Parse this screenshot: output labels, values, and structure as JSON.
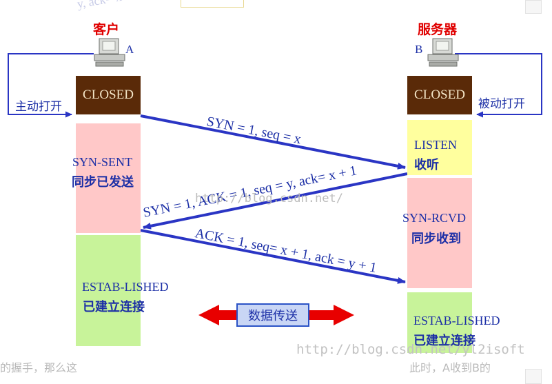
{
  "top_fragment": "y, ack= x + 1",
  "client": {
    "header": "客户",
    "host_label": "A"
  },
  "server": {
    "header": "服务器",
    "host_label": "B"
  },
  "client_side_label": "主动打开",
  "server_side_label": "被动打开",
  "states": {
    "closed": "CLOSED",
    "syn_sent": {
      "en": "SYN-SENT",
      "cn": "同步已发送"
    },
    "listen": {
      "en": "LISTEN",
      "cn": "收听"
    },
    "syn_rcvd": {
      "en": "SYN-RCVD",
      "cn": "同步收到"
    },
    "estab": {
      "en": "ESTAB-LISHED",
      "cn": "已建立连接"
    }
  },
  "messages": {
    "m1": "SYN = 1, seq = x",
    "m2": "SYN = 1, ACK = 1, seq = y, ack= x + 1",
    "m3": "ACK = 1, seq= x + 1, ack = y + 1"
  },
  "data_transfer": "数据传送",
  "watermarks": {
    "center": "http://blog.csdn.net/",
    "lower": "http://blog.csdn.net/yl2isoft"
  },
  "bottom_text": {
    "left_fragment": "的握手，那么这",
    "right_fragment": "此时，A收到B的"
  },
  "colors": {
    "arrow_blue": "#2a35c4",
    "closed_brown": "#5a2a08",
    "syn_pink": "#ffc8c8",
    "estab_green": "#c8f39a",
    "listen_yellow": "#ffff9e",
    "header_red": "#e00000",
    "data_arrow_red": "#e80000"
  }
}
